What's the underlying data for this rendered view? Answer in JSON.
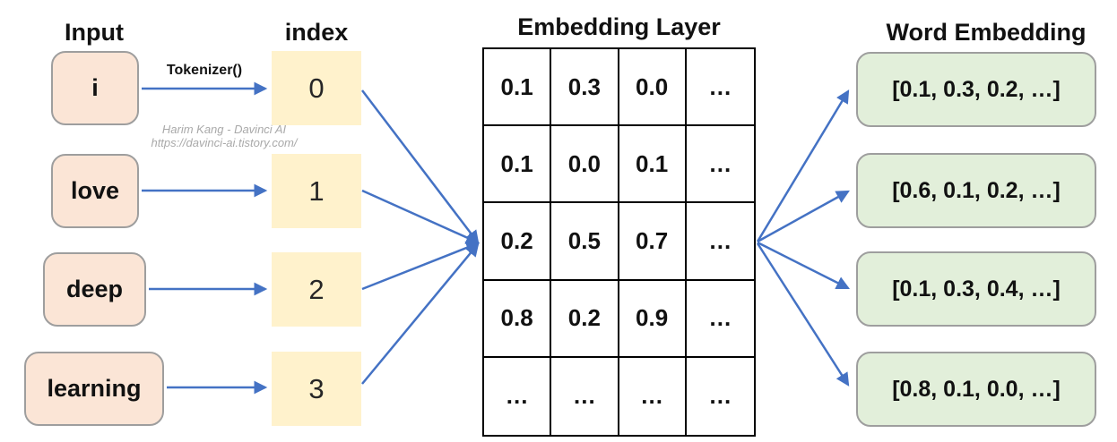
{
  "diagram": {
    "headers": {
      "input": "Input",
      "index": "index",
      "embedding_layer": "Embedding Layer",
      "word_embedding": "Word Embedding"
    },
    "tokenizer_label": "Tokenizer()",
    "watermark": {
      "line1": "Harim Kang - Davinci AI",
      "line2": "https://davinci-ai.tistory.com/"
    },
    "inputs": [
      "i",
      "love",
      "deep",
      "learning"
    ],
    "indices": [
      "0",
      "1",
      "2",
      "3"
    ],
    "embedding_table": {
      "rows": [
        [
          "0.1",
          "0.3",
          "0.0",
          "…"
        ],
        [
          "0.1",
          "0.0",
          "0.1",
          "…"
        ],
        [
          "0.2",
          "0.5",
          "0.7",
          "…"
        ],
        [
          "0.8",
          "0.2",
          "0.9",
          "…"
        ],
        [
          "…",
          "…",
          "…",
          "…"
        ]
      ]
    },
    "word_embeddings": [
      "[0.1, 0.3, 0.2, …]",
      "[0.6, 0.1, 0.2, …]",
      "[0.1, 0.3, 0.4, …]",
      "[0.8, 0.1, 0.0, …]"
    ],
    "colors": {
      "input_box_fill": "#FBE5D6",
      "index_box_fill": "#FFF2CC",
      "embedding_box_fill": "#E2EFDA",
      "box_border": "#9E9E9E",
      "arrow": "#4472C4",
      "table_border": "#000000",
      "watermark_text": "#A9A9A9"
    }
  }
}
